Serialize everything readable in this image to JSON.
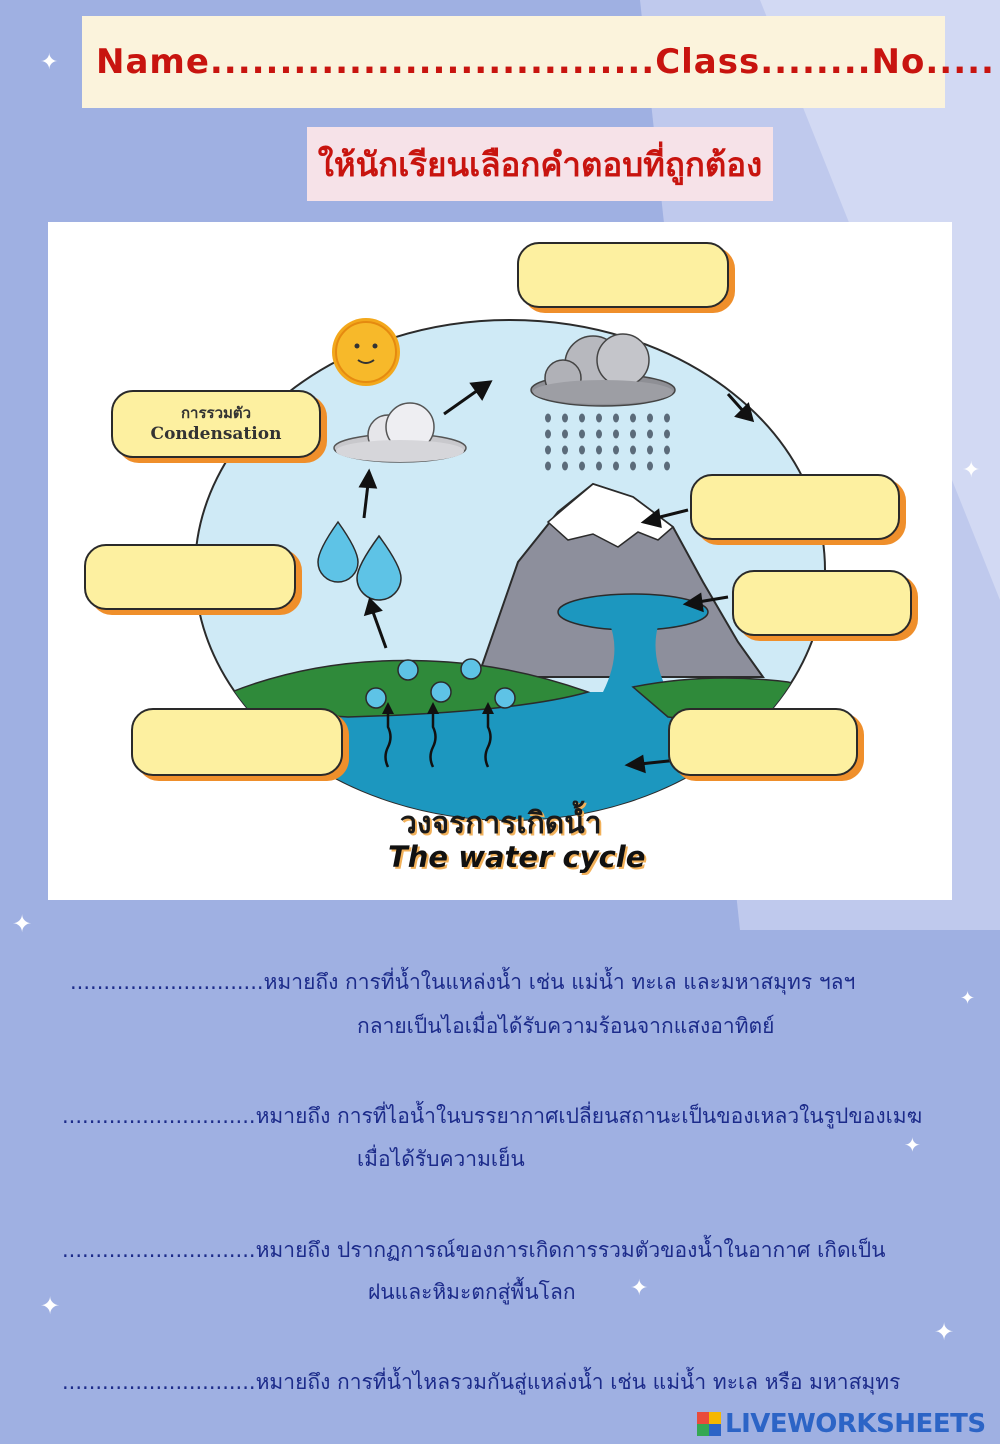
{
  "header": {
    "name_line": "Name................................Class........No....."
  },
  "instruction": "ให้นักเรียนเลือกคำตอบที่ถูกต้อง",
  "diagram": {
    "filled_label": {
      "thai": "การรวมตัว",
      "english": "Condensation"
    },
    "caption_thai": "วงจรการเกิดน้ำ",
    "caption_english": "The water cycle"
  },
  "questions": [
    {
      "blank": ".............................",
      "line1": "หมายถึง การที่น้ำในแหล่งน้ำ เช่น แม่น้ำ ทะเล และมหาสมุทร ฯลฯ",
      "line2": "กลายเป็นไอเมื่อได้รับความร้อนจากแสงอาทิตย์"
    },
    {
      "blank": ".............................",
      "line1": "หมายถึง การที่ไอน้ำในบรรยากาศเปลี่ยนสถานะเป็นของเหลวในรูปของเมฆ",
      "line2": "เมื่อได้รับความเย็น"
    },
    {
      "blank": ".............................",
      "line1": "หมายถึง ปรากฏการณ์ของการเกิดการรวมตัวของน้ำในอากาศ  เกิดเป็น",
      "line2": "ฝนและหิมะตกสู่พื้นโลก"
    },
    {
      "blank": ".............................",
      "line1": "หมายถึง การที่น้ำไหลรวมกันสู่แหล่งน้ำ เช่น แม่น้ำ ทะเล หรือ มหาสมุทร",
      "line2": ""
    }
  ],
  "branding": {
    "logo_text": "LIVEWORKSHEETS"
  },
  "colors": {
    "page_background": "#9fb0e2",
    "header_text": "#c8140f",
    "label_fill": "#fdf0a0",
    "label_shadow": "#ef8f2b",
    "question_text": "#1c2b8a",
    "water": "#1c97bf",
    "land": "#2f8a3a"
  }
}
